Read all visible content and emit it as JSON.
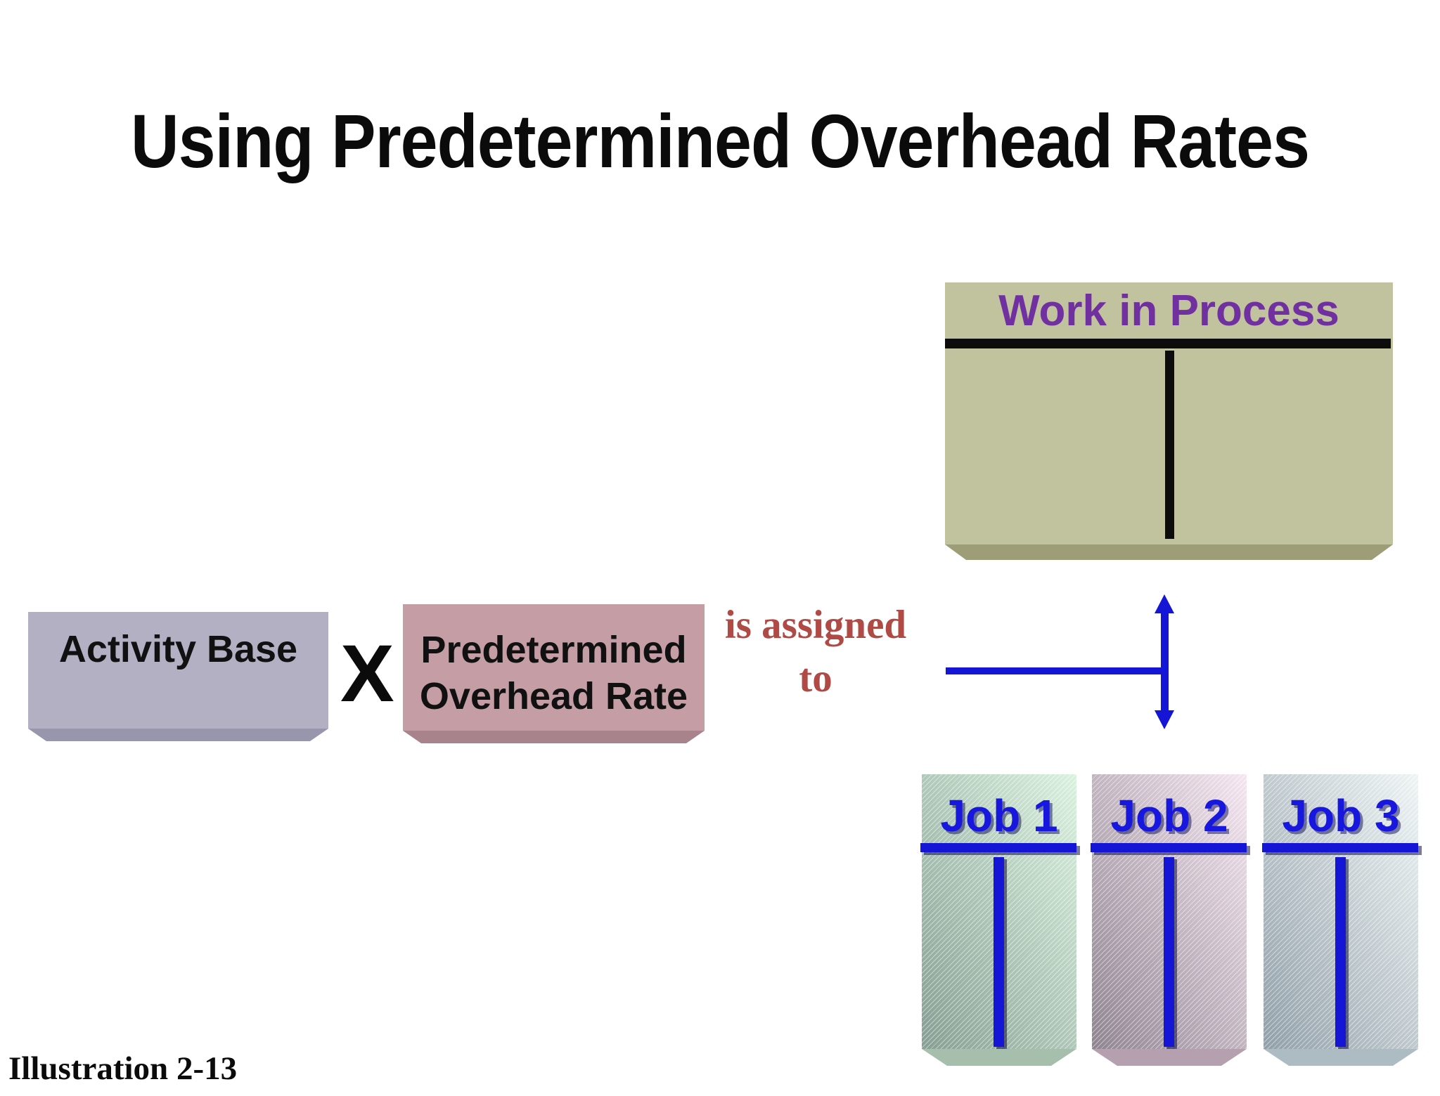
{
  "slide": {
    "title": "Using Predetermined Overhead Rates",
    "caption": "Illustration 2-13"
  },
  "wip_account": {
    "label": "Work in Process"
  },
  "formula": {
    "activity_base_label": "Activity Base",
    "operator": "X",
    "predetermined_rate_label": "Predetermined Overhead Rate"
  },
  "connector": {
    "label": "is assigned to"
  },
  "jobs": [
    {
      "label": "Job 1"
    },
    {
      "label": "Job 2"
    },
    {
      "label": "Job 3"
    }
  ],
  "colors": {
    "title_text": "#0b0b0b",
    "wip_fill": "#c1c29e",
    "wip_label_text": "#7030a0",
    "taccount_rule": "#0c0c0c",
    "activity_base_fill": "#b3b0c3",
    "predetermined_fill": "#c49da5",
    "assigned_text": "#b04a45",
    "arrow_blue": "#1515d6",
    "job_label_blue": "#1717dd",
    "job1_fill_light": "#def5e2",
    "job1_fill_dark": "#87a296",
    "job2_fill_light": "#f8e9f4",
    "job2_fill_dark": "#918793",
    "job3_fill_light": "#f2f8f8",
    "job3_fill_dark": "#93a2ab"
  }
}
